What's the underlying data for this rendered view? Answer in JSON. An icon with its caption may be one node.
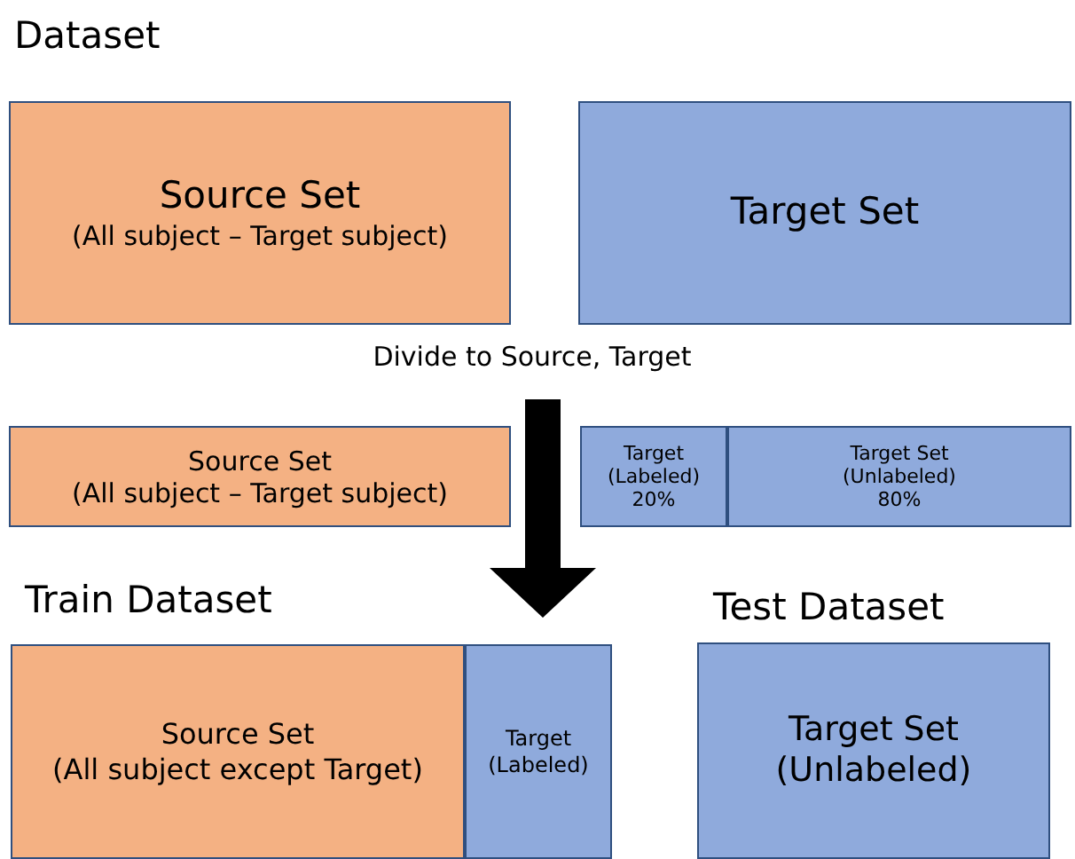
{
  "diagram": {
    "nodes": [
      {
        "text": [
          "Source Set",
          "(All subject – Target subject)"
        ]
      },
      {
        "text": [
          "Target Set"
        ]
      },
      {
        "text": [
          "Source Set",
          "(All subject – Target subject)"
        ]
      },
      {
        "text": [
          "Target (Labeled) 20%"
        ]
      },
      {
        "text": [
          "Target Set (Unlabeled) 80%"
        ]
      },
      {
        "text": [
          "Source Set",
          "(All subject except Target)"
        ]
      },
      {
        "text": [
          "Target (Labeled)"
        ]
      },
      {
        "text": [
          "Target Set (Unlabeled)"
        ]
      }
    ],
    "edges": [
      {
        "from": 2,
        "to": 6,
        "arrow": "to"
      }
    ],
    "labels": [
      "Dataset",
      "Divide to Source, Target",
      "Train Dataset",
      "Test Dataset"
    ]
  }
}
